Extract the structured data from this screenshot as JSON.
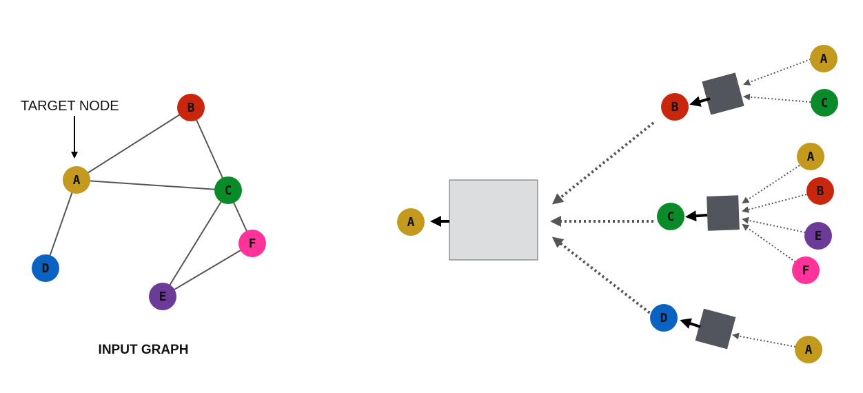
{
  "input_graph": {
    "caption": "INPUT GRAPH",
    "target_label": "TARGET NODE",
    "nodes": [
      {
        "id": "A",
        "color": "#C49A1E"
      },
      {
        "id": "B",
        "color": "#C9260E"
      },
      {
        "id": "C",
        "color": "#0B8A2A"
      },
      {
        "id": "D",
        "color": "#0A63C2"
      },
      {
        "id": "E",
        "color": "#6C3A97"
      },
      {
        "id": "F",
        "color": "#FF3399"
      }
    ],
    "edges": [
      [
        "A",
        "B"
      ],
      [
        "A",
        "C"
      ],
      [
        "B",
        "C"
      ],
      [
        "A",
        "D"
      ],
      [
        "C",
        "E"
      ],
      [
        "C",
        "F"
      ],
      [
        "E",
        "F"
      ]
    ],
    "target": "A"
  },
  "computation_tree": {
    "root": "A",
    "level1": [
      {
        "node": "B",
        "neighbors": [
          "A",
          "C"
        ]
      },
      {
        "node": "C",
        "neighbors": [
          "A",
          "B",
          "E",
          "F"
        ]
      },
      {
        "node": "D",
        "neighbors": [
          "A"
        ]
      }
    ]
  },
  "colors": {
    "aggregator_large_fill": "#DCDDDF",
    "aggregator_large_stroke": "#666666",
    "aggregator_small_fill": "#52565C",
    "edge_line": "#555555",
    "dotted_arrow": "#555555",
    "solid_arrow": "#000000"
  }
}
